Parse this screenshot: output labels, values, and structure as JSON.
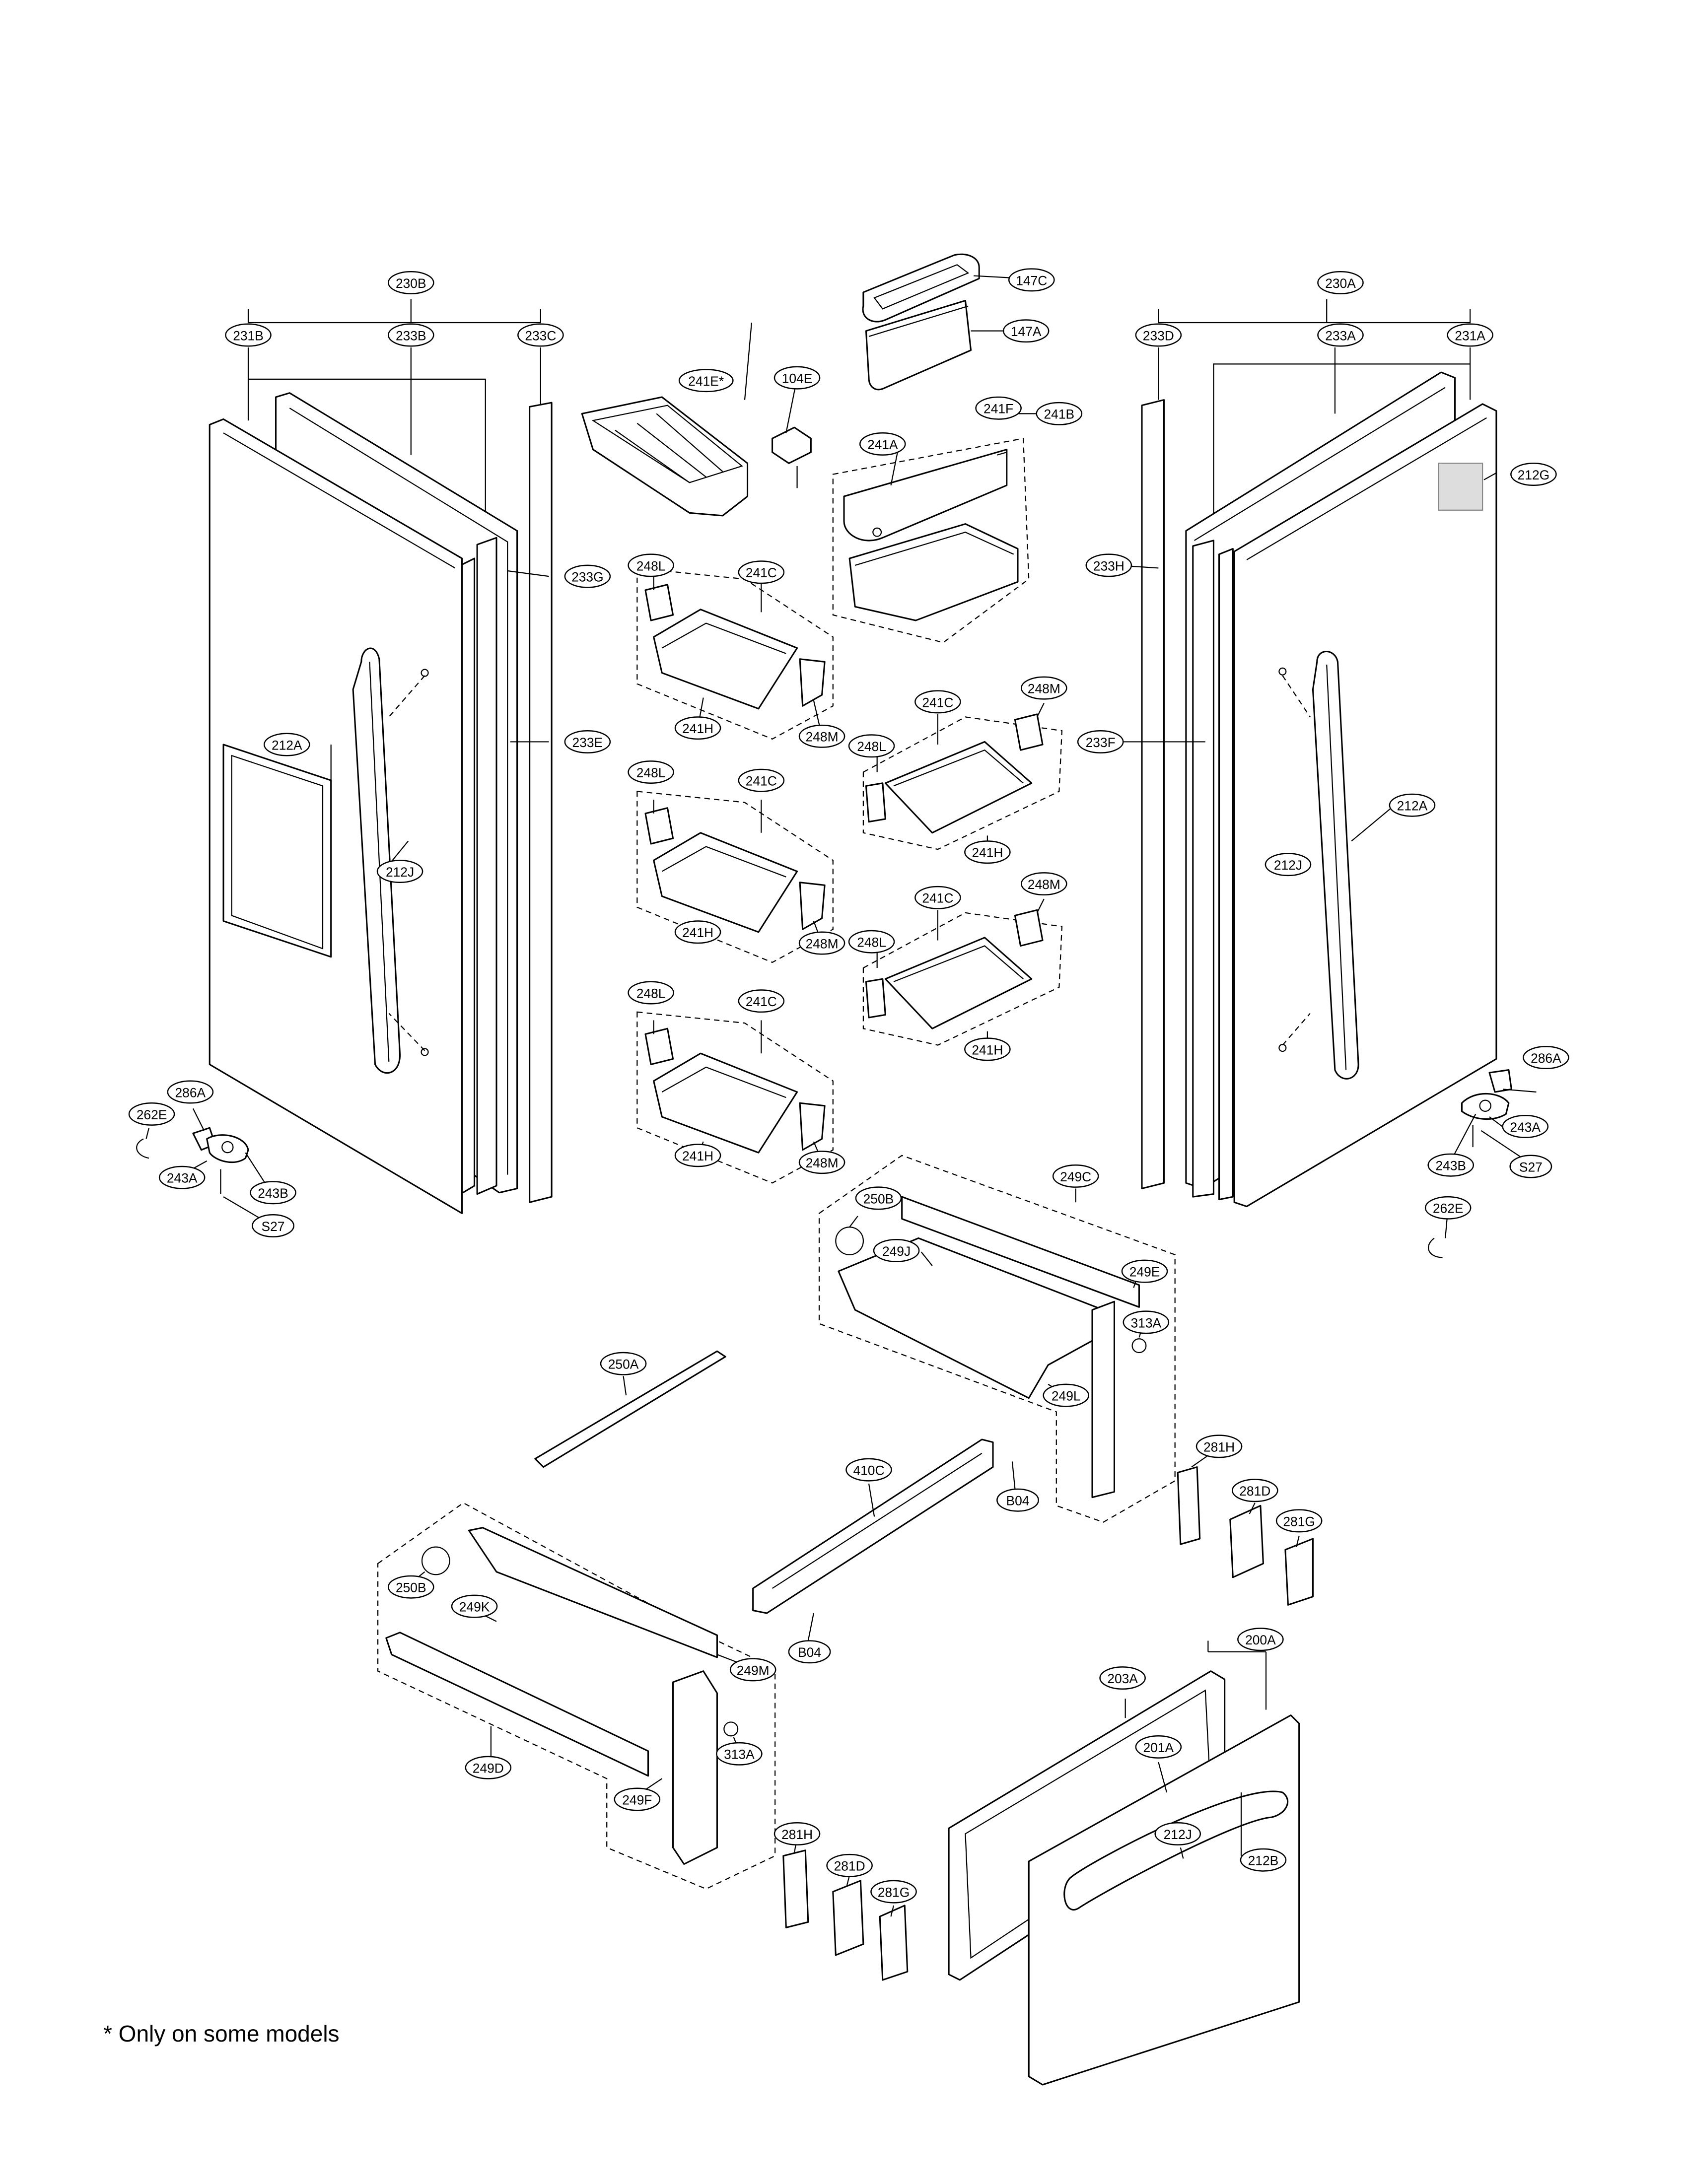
{
  "labels": {
    "l230B": "230B",
    "l231B": "231B",
    "l233B": "233B",
    "l233C": "233C",
    "l230A": "230A",
    "l233D": "233D",
    "l233A": "233A",
    "l231A": "231A",
    "l147C": "147C",
    "l147A": "147A",
    "l241E": "241E*",
    "l104E": "104E",
    "l241F": "241F",
    "l241A": "241A",
    "l241B": "241B",
    "l212G": "212G",
    "l233G": "233G",
    "l233H": "233H",
    "l233E": "233E",
    "l233F": "233F",
    "l212A_left": "212A",
    "l212A_right": "212A",
    "l212J_left": "212J",
    "l212J_right": "212J",
    "l248L_1": "248L",
    "l241C_1": "241C",
    "l241H_1": "241H",
    "l248M_1": "248M",
    "l248L_2": "248L",
    "l241C_2": "241C",
    "l241H_2": "241H",
    "l248M_2": "248M",
    "l248L_3": "248L",
    "l241C_3": "241C",
    "l241H_3": "241H",
    "l248M_3": "248M",
    "l241C_4": "241C",
    "l248M_4": "248M",
    "l248L_4": "248L",
    "l241H_4": "241H",
    "l241C_5": "241C",
    "l248M_5": "248M",
    "l248L_5": "248L",
    "l241H_5": "241H",
    "l286A_left": "286A",
    "l262E_left": "262E",
    "l243A_left": "243A",
    "l243B_left": "243B",
    "lS27_left": "S27",
    "l286A_right": "286A",
    "l243A_right": "243A",
    "l243B_right": "243B",
    "lS27_right": "S27",
    "l262E_right": "262E",
    "l249C": "249C",
    "l250B_top": "250B",
    "l249J": "249J",
    "l249E": "249E",
    "l313A_top": "313A",
    "l249L": "249L",
    "l250A": "250A",
    "l410C": "410C",
    "lB04_top": "B04",
    "lB04_bottom": "B04",
    "l281H_top": "281H",
    "l281D_top": "281D",
    "l281G_top": "281G",
    "l250B_bottom": "250B",
    "l249K": "249K",
    "l249M": "249M",
    "l249D": "249D",
    "l313A_bottom": "313A",
    "l249F": "249F",
    "l281H_bottom": "281H",
    "l281D_bottom": "281D",
    "l281G_bottom": "281G",
    "l200A": "200A",
    "l203A": "203A",
    "l201A": "201A",
    "l212J_bottom": "212J",
    "l212B": "212B"
  },
  "footnote": "* Only on some models"
}
